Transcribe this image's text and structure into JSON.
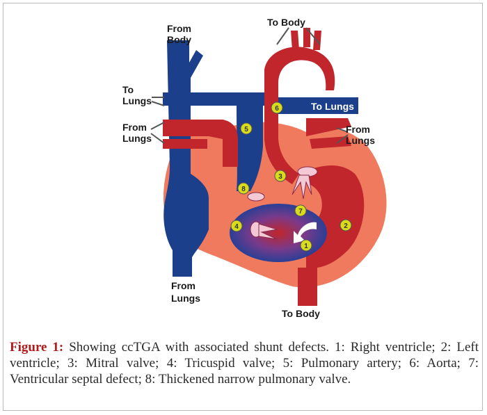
{
  "labels": {
    "from_body_top": "From Body",
    "to_body_top": "To Body",
    "to_lungs_left": "To Lungs",
    "from_lungs_left": "From Lungs",
    "to_lungs_right": "To Lungs",
    "from_lungs_right": "From Lungs",
    "from_lungs_bottom": "From Lungs",
    "to_body_bottom": "To Body"
  },
  "markers": [
    "1",
    "2",
    "3",
    "4",
    "5",
    "6",
    "7",
    "8"
  ],
  "caption": {
    "figure_label": "Figure 1:",
    "text": " Showing ccTGA with associated shunt defects. 1: Right ventricle; 2: Left ventricle; 3: Mitral valve; 4: Tricuspid valve; 5: Pulmonary artery; 6: Aorta; 7: Ventricular septal defect; 8: Thickened narrow pulmonary valve."
  },
  "colors": {
    "deoxygenated_blue": "#1b3f8b",
    "oxygenated_red": "#c0262b",
    "heart_outline": "#f07a5e",
    "marker_yellow": "#d8dc1a",
    "caption_label": "#b01b1b"
  }
}
